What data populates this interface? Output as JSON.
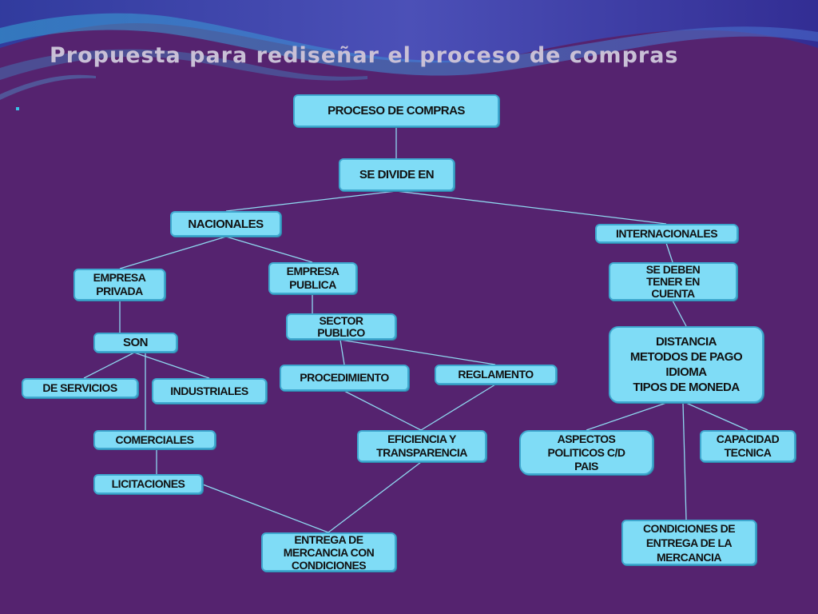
{
  "slide": {
    "title": "Propuesta para rediseñar el proceso de compras",
    "bullet": "▪"
  },
  "colors": {
    "background": "#55236f",
    "node_fill": "#7fdcf6",
    "node_border": "#3ea8cf",
    "connector": "#8fd8f0",
    "title": "#c9c0d6"
  },
  "nodes": {
    "proceso": "PROCESO DE COMPRAS",
    "divide": "SE DIVIDE EN",
    "nacionales": "NACIONALES",
    "internacionales": "INTERNACIONALES",
    "privada": "EMPRESA\nPRIVADA",
    "publica": "EMPRESA\nPUBLICA",
    "deben": "SE DEBEN\nTENER EN\nCUENTA",
    "sector": "SECTOR\nPUBLICO",
    "son": "SON",
    "distancia": "DISTANCIA\nMETODOS DE PAGO\nIDIOMA\nTIPOS DE MONEDA",
    "servicios": "DE SERVICIOS",
    "industriales": "INDUSTRIALES",
    "procedimiento": "PROCEDIMIENTO",
    "reglamento": "REGLAMENTO",
    "comerciales": "COMERCIALES",
    "eficiencia": "EFICIENCIA Y\nTRANSPARENCIA",
    "aspectos": "ASPECTOS\nPOLITICOS C/D\nPAIS",
    "capacidad": "CAPACIDAD\nTECNICA",
    "licitaciones": "LICITACIONES",
    "entrega": "ENTREGA DE\nMERCANCIA CON\nCONDICIONES",
    "condiciones": "CONDICIONES DE\nENTREGA DE LA\nMERCANCIA"
  }
}
